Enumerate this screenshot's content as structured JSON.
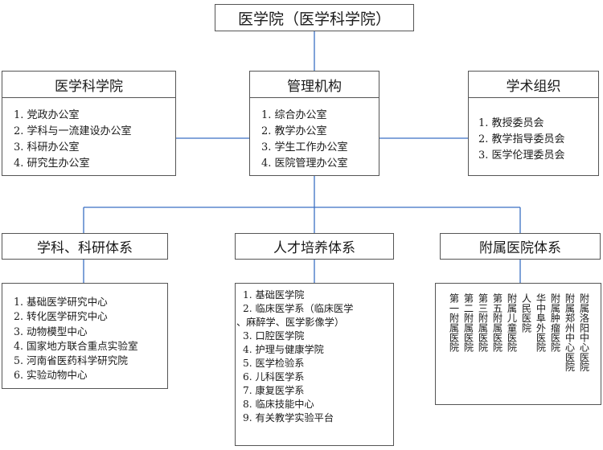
{
  "root": {
    "title": "医学院（医学科学院）"
  },
  "top_groups": [
    {
      "id": "academy",
      "title": "医学科学院",
      "items": [
        "1. 党政办公室",
        "2. 学科与一流建设办公室",
        "3. 科研办公室",
        "4. 研究生办公室"
      ]
    },
    {
      "id": "management",
      "title": "管理机构",
      "items": [
        "1. 综合办公室",
        "2. 教学办公室",
        "3. 学生工作办公室",
        "4. 医院管理办公室"
      ]
    },
    {
      "id": "academic",
      "title": "学术组织",
      "items": [
        "1. 教授委员会",
        "2. 教学指导委员会",
        "3. 医学伦理委员会"
      ]
    }
  ],
  "systems": [
    {
      "id": "research",
      "title": "学科、科研体系",
      "items": [
        "1. 基础医学研究中心",
        "2. 转化医学研究中心",
        "3. 动物模型中心",
        "4. 国家地方联合重点实验室",
        "5. 河南省医药科学研究院",
        "6. 实验动物中心"
      ]
    },
    {
      "id": "talent",
      "title": "人才培养体系",
      "items": [
        "1. 基础医学院",
        "2. 临床医学系（临床医学",
        "、麻醉学、医学影像学）",
        "3. 口腔医学院",
        "4. 护理与健康学院",
        "5. 医学检验系",
        "6. 儿科医学系",
        "7. 康复医学系",
        "8. 临床技能中心",
        "9. 有关教学实验平台"
      ]
    },
    {
      "id": "hospitals",
      "title": "附属医院体系",
      "hospitals": [
        "第一附属医院",
        "第二附属医院",
        "第三附属医院",
        "第五附属医院",
        "附属儿童医院",
        "人民医院",
        "华中阜外医院",
        "附属肿瘤医院",
        "附属郑州中心医院",
        "附属洛阳中心医院"
      ]
    }
  ]
}
